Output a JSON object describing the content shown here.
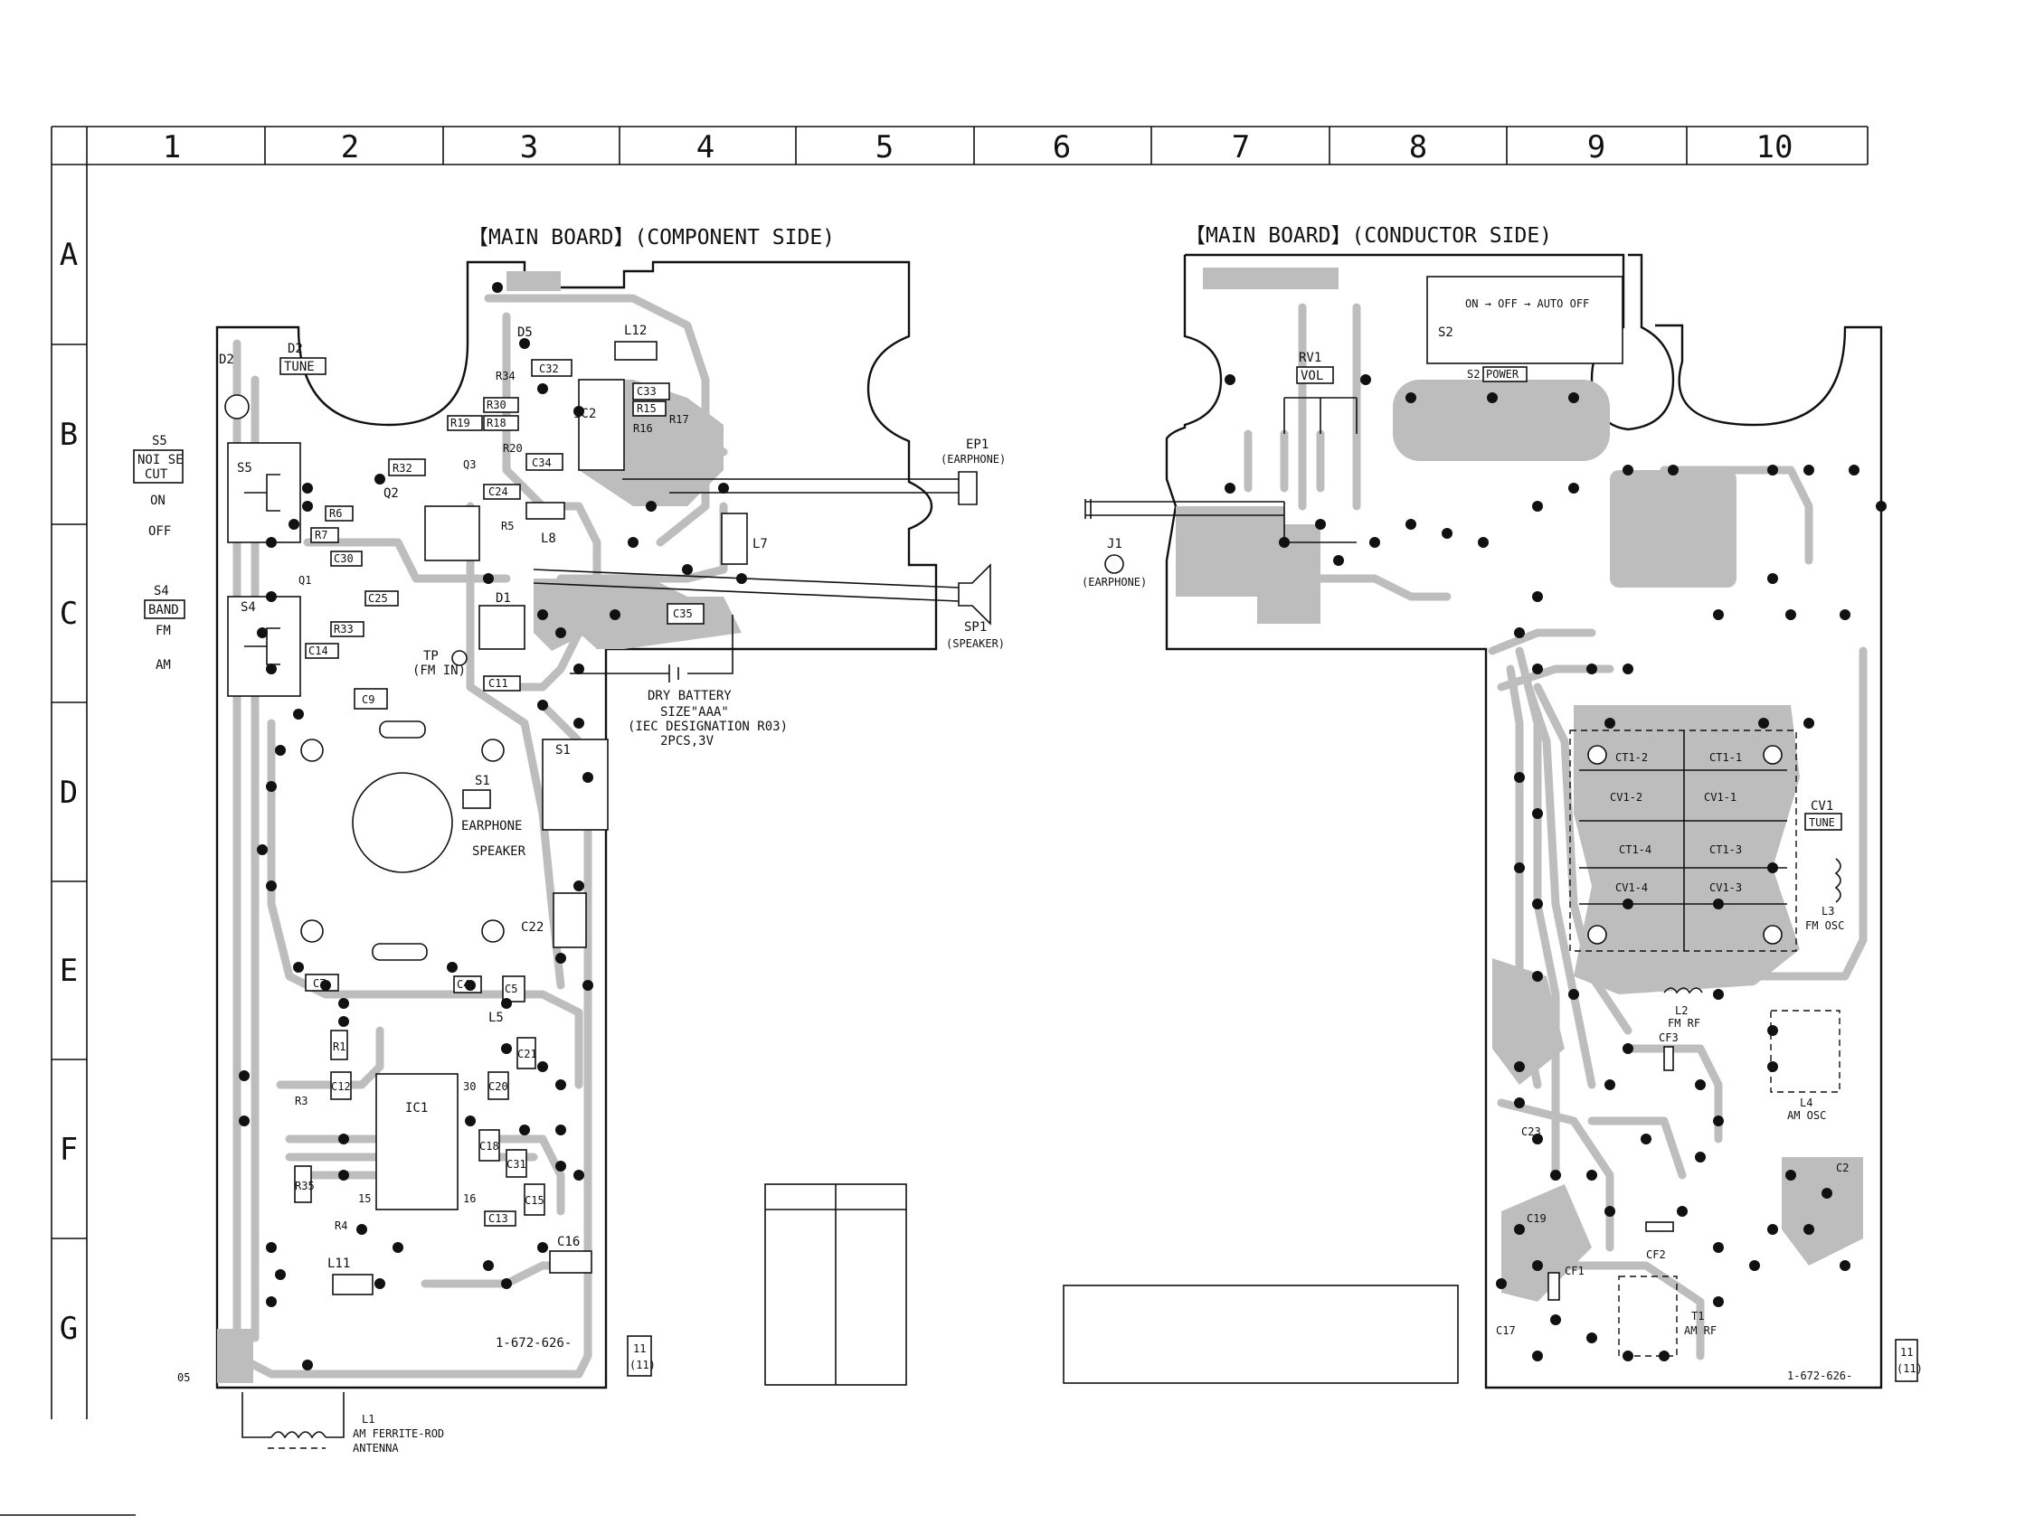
{
  "grid": {
    "columns": [
      "1",
      "2",
      "3",
      "4",
      "5",
      "6",
      "7",
      "8",
      "9",
      "10"
    ],
    "rows": [
      "A",
      "B",
      "C",
      "D",
      "E",
      "F",
      "G"
    ]
  },
  "component_side": {
    "title": "【MAIN BOARD】(COMPONENT SIDE)",
    "labels": {
      "d2": "D2",
      "d2_tune": "TUNE",
      "s5": "S5",
      "s5_noise": "NOI SE",
      "s5_cut": "CUT",
      "s5_on": "ON",
      "s5_off": "OFF",
      "s4": "S4",
      "s4_band": "BAND",
      "s4_fm": "FM",
      "s4_am": "AM",
      "d5": "D5",
      "l12": "L12",
      "r34": "R34",
      "c32": "C32",
      "c33": "C33",
      "ic2": "IC2",
      "r30": "R30",
      "r18": "R18",
      "r19": "R19",
      "r15": "R15",
      "r16": "R16",
      "r17": "R17",
      "r20": "R20",
      "c34": "C34",
      "q2": "Q2",
      "r32": "R32",
      "r6": "R6",
      "r7": "R7",
      "c30": "C30",
      "q1": "Q1",
      "c25": "C25",
      "r33": "R33",
      "c14": "C14",
      "q3": "Q3",
      "c24": "C24",
      "r5": "R5",
      "l8": "L8",
      "l7": "L7",
      "d1": "D1",
      "c35": "C35",
      "c11": "C11",
      "c9": "C9",
      "tp": "TP",
      "tp_fm": "(FM IN)",
      "ep1": "EP1",
      "ep1_name": "(EARPHONE)",
      "sp1": "SP1",
      "sp1_name": "(SPEAKER)",
      "battery_1": "DRY BATTERY",
      "battery_2": "SIZE\"AAA\"",
      "battery_3": "(IEC DESIGNATION R03)",
      "battery_4": "2PCS,3V",
      "s1": "S1",
      "s1_a": "S1",
      "s1_earphone": "EARPHONE",
      "s1_speaker": "SPEAKER",
      "c22": "C22",
      "c7": "C7",
      "c4": "C4",
      "c5": "C5",
      "l5": "L5",
      "r1": "R1",
      "c21": "C21",
      "c20": "C20",
      "c12": "C12",
      "r3": "R3",
      "ic1": "IC1",
      "pin30": "30",
      "pin15": "15",
      "pin16": "16",
      "c18": "C18",
      "c31": "C31",
      "c15": "C15",
      "c13": "C13",
      "r35": "R35",
      "r4": "R4",
      "c16": "C16",
      "l11": "L11",
      "board_no": "1-672-626-",
      "rev_top": "11",
      "rev_bot": "(11)",
      "corner_no": "05",
      "l1": "L1",
      "l1_name_1": "AM FERRITE-ROD",
      "l1_name_2": "ANTENNA"
    }
  },
  "conductor_side": {
    "title": "【MAIN BOARD】(CONDUCTOR SIDE)",
    "labels": {
      "s2_mode": "ON → OFF → AUTO OFF",
      "s2": "S2",
      "s2_b": "S2",
      "s2_power": "POWER",
      "rv1": "RV1",
      "rv1_vol": "VOL",
      "j1": "J1",
      "j1_name": "(EARPHONE)",
      "ct1_2": "CT1-2",
      "ct1_1": "CT1-1",
      "cv1_2": "CV1-2",
      "cv1_1": "CV1-1",
      "ct1_4": "CT1-4",
      "ct1_3": "CT1-3",
      "cv1_4": "CV1-4",
      "cv1_3": "CV1-3",
      "cv1": "CV1",
      "cv1_tune": "TUNE",
      "l3": "L3",
      "l3_name": "FM OSC",
      "l2": "L2",
      "l2_name": "FM RF",
      "cf3": "CF3",
      "l4": "L4",
      "l4_name": "AM OSC",
      "c23": "C23",
      "c2": "C2",
      "c19": "C19",
      "cf2": "CF2",
      "cf1": "CF1",
      "c17": "C17",
      "t1": "T1",
      "t1_name": "AM RF",
      "board_no": "1-672-626-",
      "rev_top": "11",
      "rev_bot": "(11)"
    }
  }
}
